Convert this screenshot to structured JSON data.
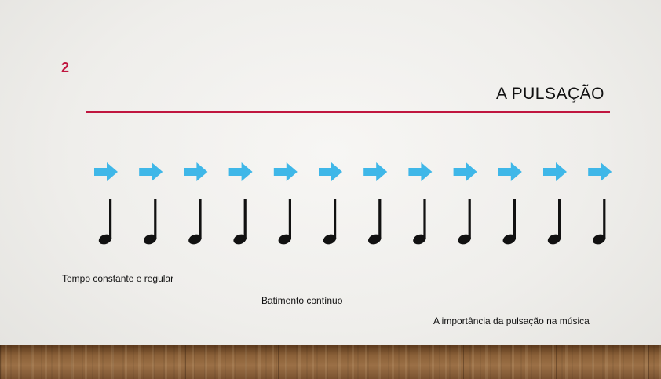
{
  "slide": {
    "number": "2",
    "title": "A PULSAÇÃO",
    "accent_color": "#c0163f",
    "arrow_color": "#3fb7e8"
  },
  "beats": {
    "count": 12,
    "arrow_icon": "right-arrow-icon",
    "note_icon": "quarter-note-icon"
  },
  "bullets": [
    "Tempo constante e regular",
    "Batimento contínuo",
    "A importância da pulsação na música"
  ]
}
